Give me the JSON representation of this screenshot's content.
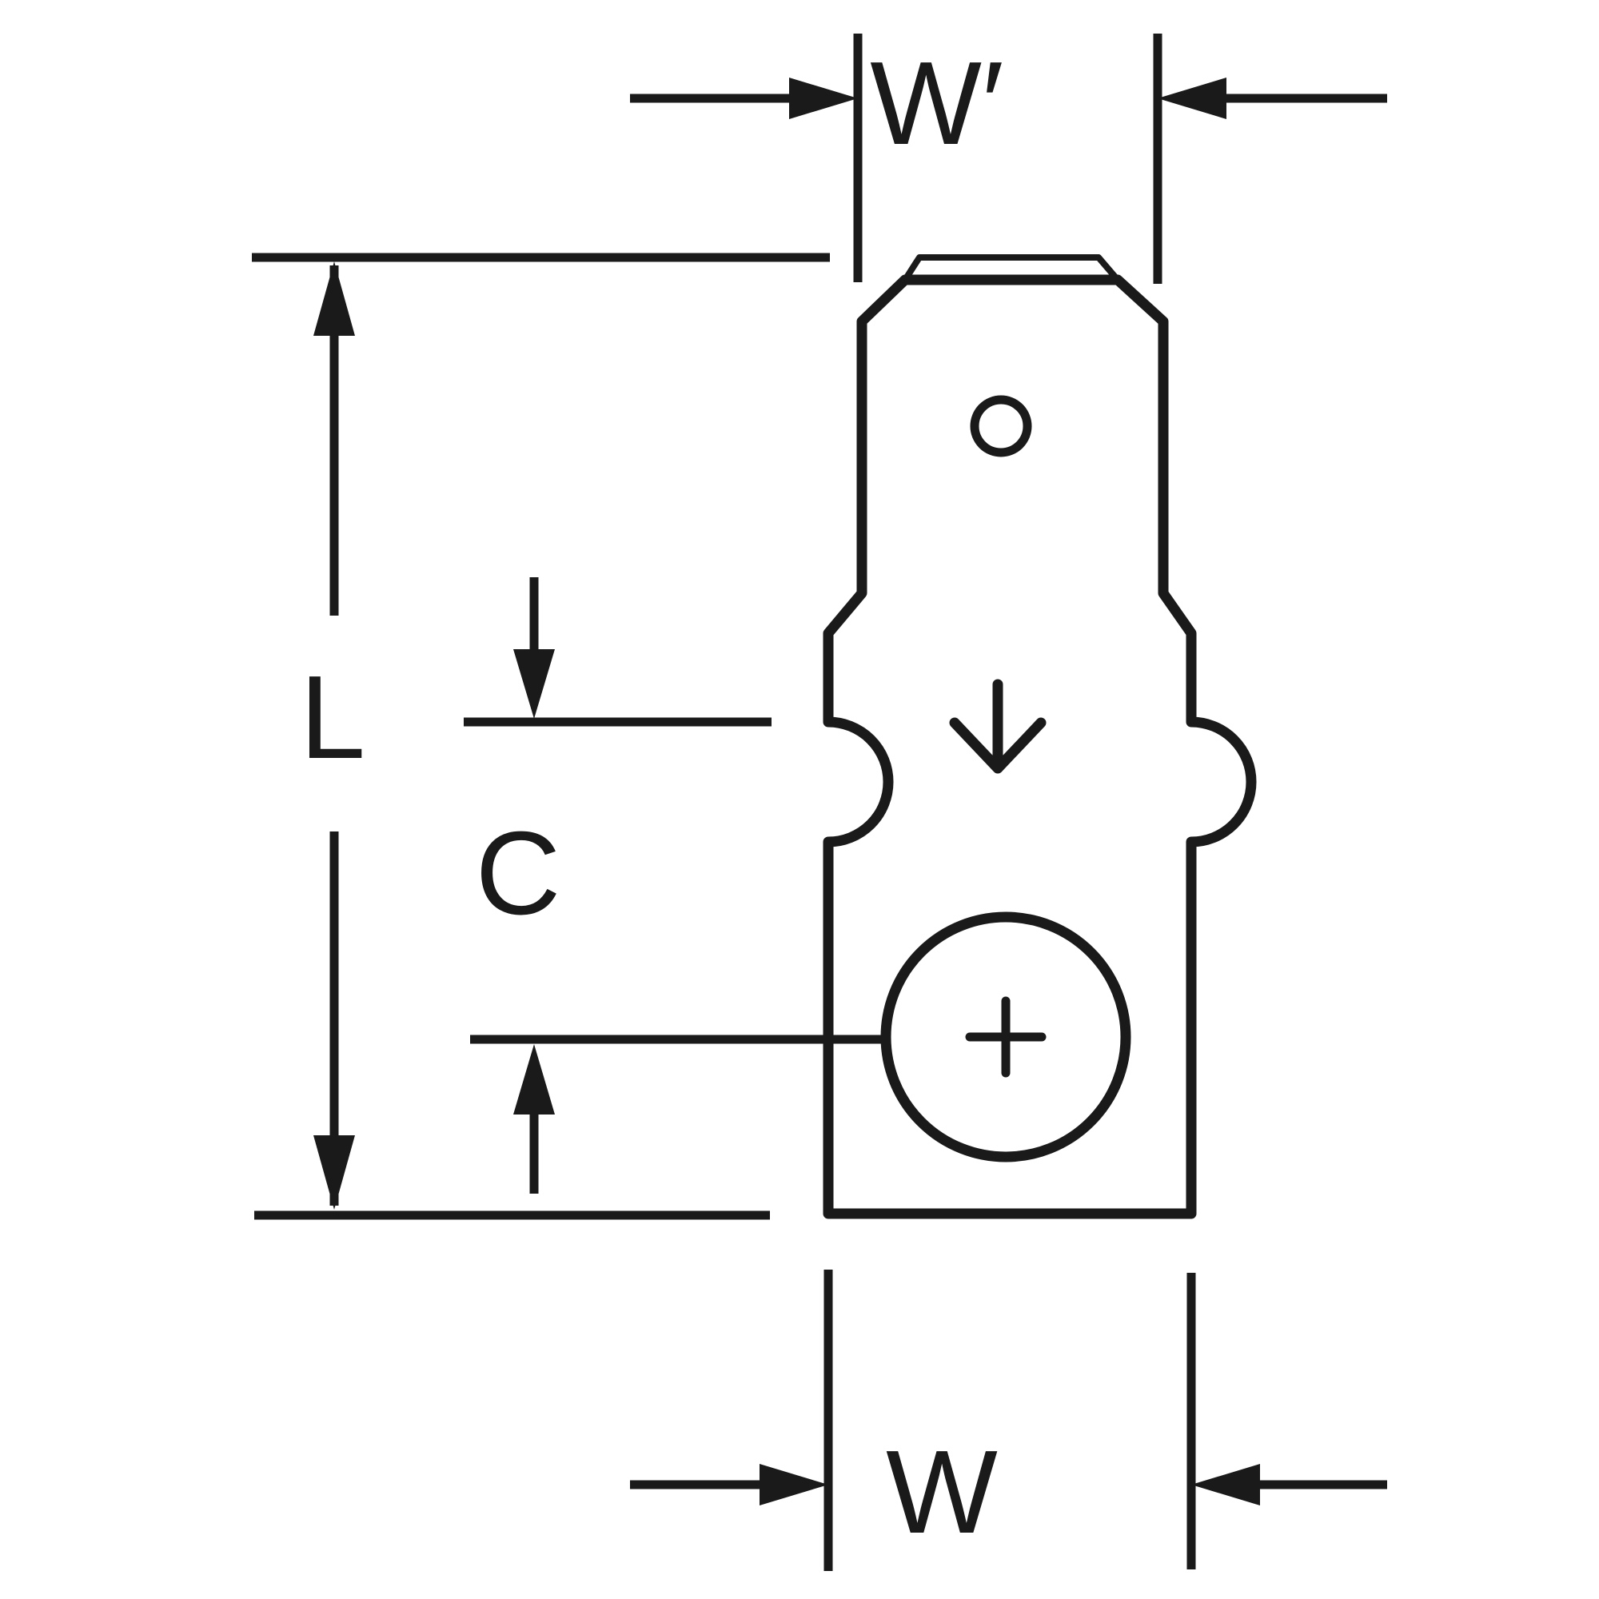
{
  "diagram": {
    "labels": {
      "w_prime": "W′",
      "length": "L",
      "center_offset": "C",
      "width": "W"
    },
    "colors": {
      "line": "#1a1a1a",
      "background": "#ffffff"
    }
  }
}
